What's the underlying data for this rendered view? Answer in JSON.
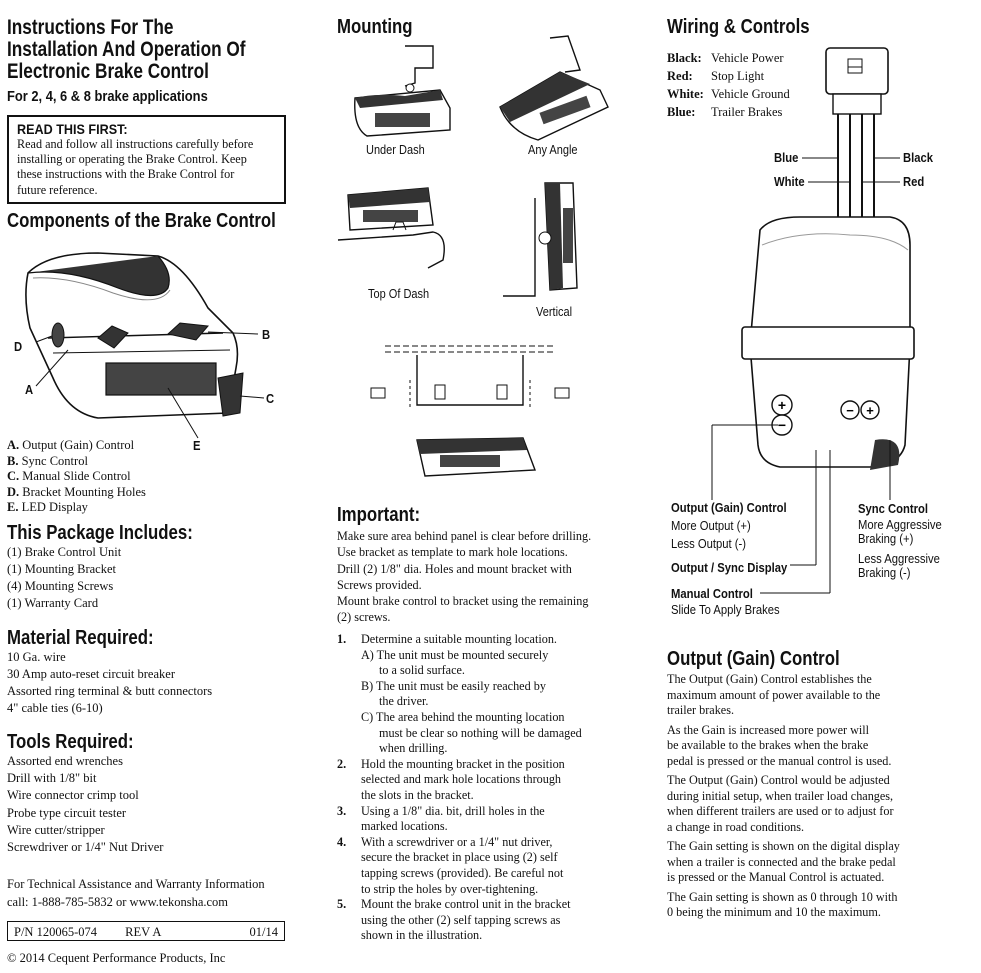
{
  "header": {
    "title_lines": [
      "Instructions For The",
      "Installation And Operation Of",
      "Electronic Brake Control"
    ],
    "subtitle": "For 2, 4, 6 & 8 brake applications"
  },
  "read_first": {
    "title": "READ THIS FIRST:",
    "lines": [
      "Read and follow all instructions carefully before",
      "installing or operating the Brake Control. Keep",
      "these instructions with the Brake Control for",
      "future reference."
    ]
  },
  "components": {
    "heading": "Components of the Brake Control",
    "callouts": [
      "A",
      "B",
      "C",
      "D",
      "E"
    ],
    "items": [
      {
        "letter": "A.",
        "text": "Output (Gain) Control"
      },
      {
        "letter": "B.",
        "text": "Sync Control"
      },
      {
        "letter": "C.",
        "text": "Manual Slide Control"
      },
      {
        "letter": "D.",
        "text": "Bracket Mounting Holes"
      },
      {
        "letter": "E.",
        "text": "LED Display"
      }
    ]
  },
  "package": {
    "heading": "This Package Includes:",
    "items": [
      "(1) Brake Control Unit",
      "(1) Mounting Bracket",
      "(4) Mounting Screws",
      "(1) Warranty Card"
    ]
  },
  "material": {
    "heading": "Material Required:",
    "items": [
      "10 Ga. wire",
      "30 Amp auto-reset circuit breaker",
      "Assorted ring terminal & butt connectors",
      "4\" cable ties (6-10)"
    ]
  },
  "tools": {
    "heading": "Tools Required:",
    "items": [
      "Assorted end wrenches",
      "Drill with 1/8\" bit",
      "Wire connector crimp tool",
      "Probe type circuit tester",
      "Wire cutter/stripper",
      "Screwdriver or 1/4\" Nut Driver"
    ]
  },
  "assistance": {
    "lines": [
      "For Technical Assistance and Warranty Information",
      "call: 1-888-785-5832 or www.tekonsha.com"
    ]
  },
  "footer": {
    "part_number": "P/N 120065-074",
    "revision": "REV A",
    "date": "01/14",
    "copyright": "© 2014 Cequent Performance Products, Inc"
  },
  "mounting": {
    "heading": "Mounting",
    "captions": {
      "under_dash": "Under Dash",
      "any_angle": "Any Angle",
      "top_of_dash": "Top Of Dash",
      "vertical": "Vertical"
    }
  },
  "important": {
    "heading": "Important:",
    "lines": [
      "Make sure area behind panel is clear before drilling.",
      "Use bracket as template to mark hole locations.",
      "Drill (2) 1/8\" dia. Holes and mount bracket with",
      "Screws provided.",
      "Mount brake control to bracket using the remaining",
      "(2) screws."
    ],
    "steps": [
      {
        "num": "1.",
        "lines": [
          "Determine a suitable mounting location."
        ],
        "sub": [
          {
            "lines": [
              "A) The unit must be mounted securely",
              "to a solid surface."
            ]
          },
          {
            "lines": [
              "B) The unit must be easily reached by",
              "the driver."
            ]
          },
          {
            "lines": [
              "C) The area behind the mounting location",
              "must be clear so nothing will be damaged",
              "when drilling."
            ]
          }
        ]
      },
      {
        "num": "2.",
        "lines": [
          "Hold the mounting bracket in the position",
          "selected and mark hole locations through",
          "the slots in the bracket."
        ]
      },
      {
        "num": "3.",
        "lines": [
          "Using a 1/8\" dia. bit, drill holes in the",
          "marked locations."
        ]
      },
      {
        "num": "4.",
        "lines": [
          "With a screwdriver or a 1/4\" nut driver,",
          "secure the bracket in place using (2) self",
          "tapping screws (provided). Be careful not",
          "to strip the holes by over-tightening."
        ]
      },
      {
        "num": "5.",
        "lines": [
          "Mount the brake control unit in the bracket",
          "using the other (2) self tapping screws as",
          "shown in the illustration."
        ]
      }
    ]
  },
  "wiring": {
    "heading": "Wiring & Controls",
    "legend": [
      {
        "color": "Black:",
        "meaning": "Vehicle Power"
      },
      {
        "color": "Red:",
        "meaning": "Stop Light"
      },
      {
        "color": "White:",
        "meaning": "Vehicle Ground"
      },
      {
        "color": "Blue:",
        "meaning": "Trailer Brakes"
      }
    ],
    "wire_labels": {
      "blue": "Blue",
      "white": "White",
      "black": "Black",
      "red": "Red"
    },
    "callouts": {
      "output_title": "Output (Gain) Control",
      "output_more": "More Output (+)",
      "output_less": "Less Output (-)",
      "display": "Output / Sync Display",
      "manual_title": "Manual Control",
      "manual_desc": "Slide To Apply Brakes",
      "sync_title": "Sync Control",
      "sync_more_1": "More Aggressive",
      "sync_more_2": "Braking (+)",
      "sync_less_1": "Less Aggressive",
      "sync_less_2": "Braking (-)"
    }
  },
  "output_control": {
    "heading": "Output (Gain) Control",
    "paragraphs": [
      [
        "The Output (Gain) Control establishes the",
        "maximum amount of power available to the",
        "trailer brakes."
      ],
      [
        "As the Gain is increased more power will",
        "be available to the brakes when the brake",
        "pedal is pressed or the manual control is used."
      ],
      [
        "The Output (Gain) Control would be adjusted",
        "during initial setup, when trailer load changes,",
        "when different trailers are used or to adjust for",
        "a change in road conditions."
      ],
      [
        "The Gain setting is shown on the digital display",
        "when a trailer is connected and the brake pedal",
        "is pressed or the Manual Control is actuated."
      ],
      [
        "The Gain setting is shown as 0 through 10 with",
        "0 being the minimum and 10 the maximum."
      ]
    ]
  }
}
